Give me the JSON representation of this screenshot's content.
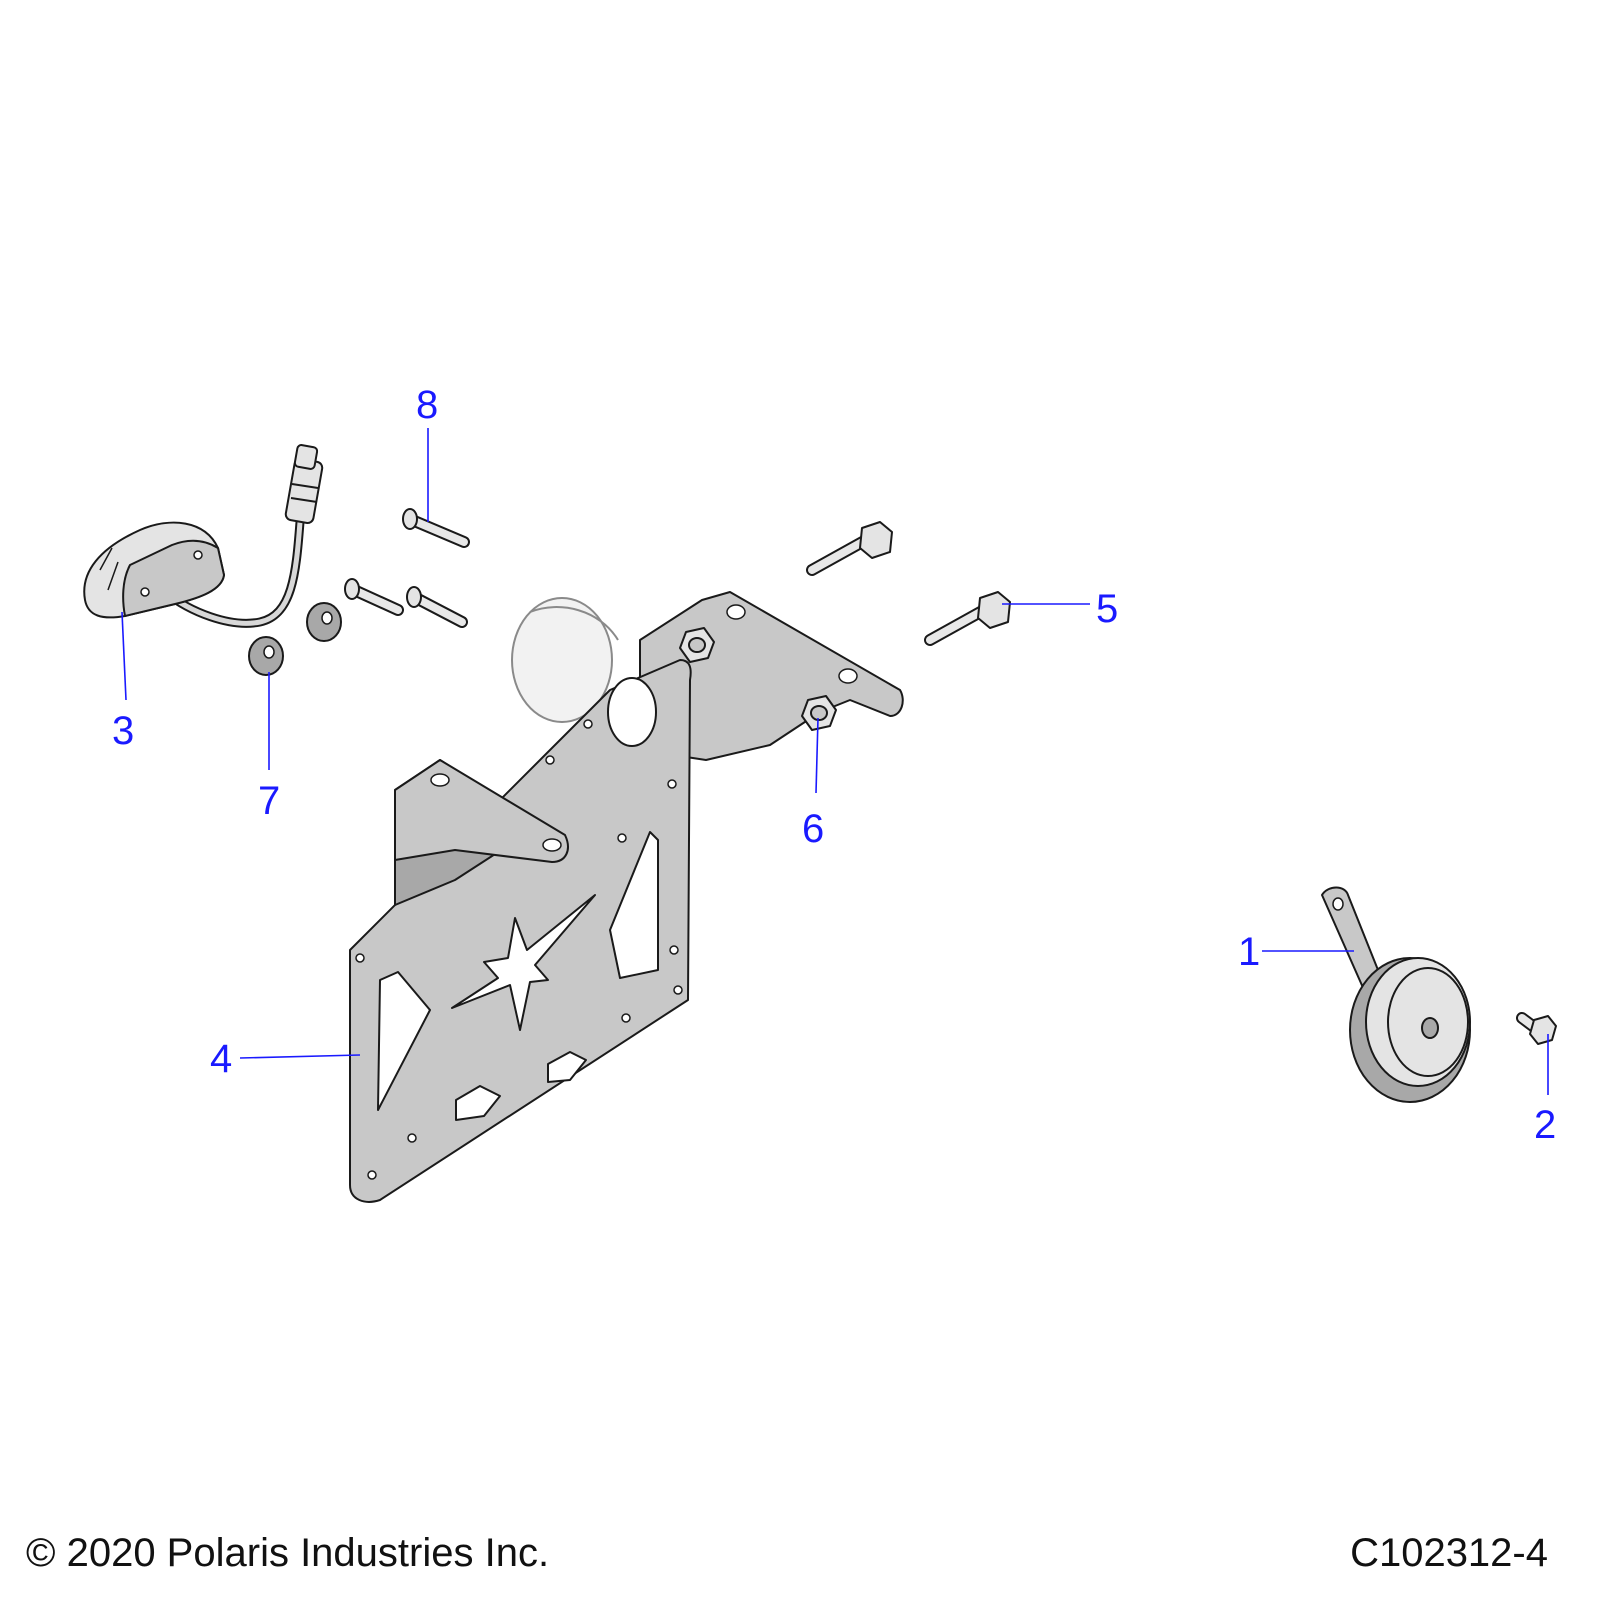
{
  "callouts": [
    {
      "id": "1",
      "label": "1",
      "part": "horn"
    },
    {
      "id": "2",
      "label": "2",
      "part": "horn-screw"
    },
    {
      "id": "3",
      "label": "3",
      "part": "license-light"
    },
    {
      "id": "4",
      "label": "4",
      "part": "license-plate-bracket"
    },
    {
      "id": "5",
      "label": "5",
      "part": "flange-bolt"
    },
    {
      "id": "6",
      "label": "6",
      "part": "flange-nut"
    },
    {
      "id": "7",
      "label": "7",
      "part": "spacer"
    },
    {
      "id": "8",
      "label": "8",
      "part": "screw"
    }
  ],
  "footer": {
    "copyright": "© 2020 Polaris Industries Inc.",
    "drawing_number": "C102312-4"
  },
  "colors": {
    "callout": "#1a1aff",
    "part_fill": "#c8c8c8",
    "outline": "#1a1a1a",
    "background": "#ffffff"
  }
}
